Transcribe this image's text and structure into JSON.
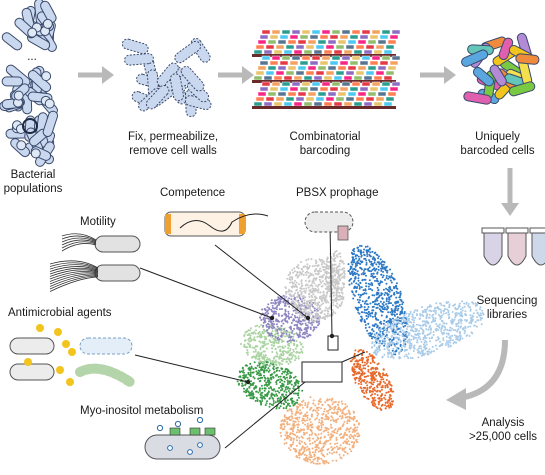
{
  "diagram": {
    "steps": {
      "bacterial_populations": "Bacterial\npopulations",
      "ellipsis": "...",
      "fix_permeabilize": "Fix, permeabilize,\nremove cell walls",
      "combinatorial_barcoding": "Combinatorial\nbarcoding",
      "uniquely_barcoded": "Uniquely\nbarcoded cells",
      "sequencing_libraries": "Sequencing\nlibraries",
      "analysis": "Analysis\n>25,000 cells"
    },
    "annotations": {
      "competence": "Competence",
      "pbsx_prophage": "PBSX prophage",
      "motility": "Motility",
      "antimicrobial_agents": "Antimicrobial agents",
      "myo_inositol": "Myo-inositol metabolism"
    },
    "colors": {
      "cell_fill": "#c9d8ee",
      "cell_stroke": "#3a4a6b",
      "arrow_gray": "#b9b9b9",
      "cluster_blue": "#2d79c4",
      "cluster_lightblue": "#a9cbe8",
      "cluster_orange": "#e8692a",
      "cluster_peach": "#f2b07e",
      "cluster_green": "#3a9b48",
      "cluster_lightgreen": "#a9d3a0",
      "cluster_purple": "#8e86c2",
      "cluster_gray": "#c8c8c8",
      "accent_orange": "#f0a030",
      "accent_yellow": "#f2c41e"
    }
  }
}
